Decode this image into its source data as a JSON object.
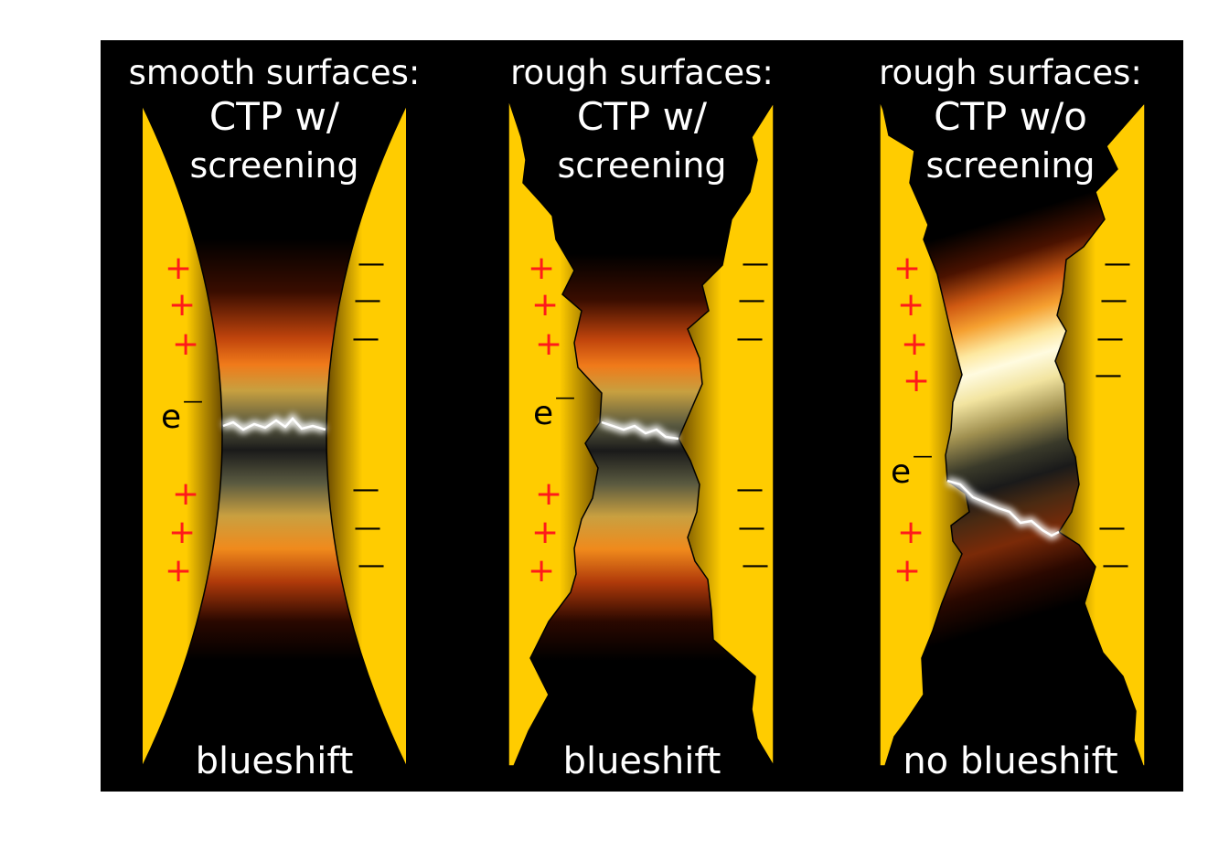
{
  "panels": [
    {
      "title_line1": "smooth surfaces:",
      "title_line2": "CTP w/",
      "title_line3": "screening",
      "bottom_label": "blueshift",
      "plus_sign": "+",
      "minus_sign": "—",
      "electron": "e",
      "electron_sup": "—"
    },
    {
      "title_line1": "rough surfaces:",
      "title_line2": "CTP w/",
      "title_line3": "screening",
      "bottom_label": "blueshift",
      "plus_sign": "+",
      "minus_sign": "—",
      "electron": "e",
      "electron_sup": "—"
    },
    {
      "title_line1": "rough surfaces:",
      "title_line2": "CTP w/o",
      "title_line3": "screening",
      "bottom_label": "no blueshift",
      "plus_sign": "+",
      "minus_sign": "—",
      "electron": "e",
      "electron_sup": "—"
    }
  ],
  "colors": {
    "background": "#000000",
    "metal": "#ffcc00",
    "plus": "#ff1a1a",
    "text": "#ffffff"
  }
}
